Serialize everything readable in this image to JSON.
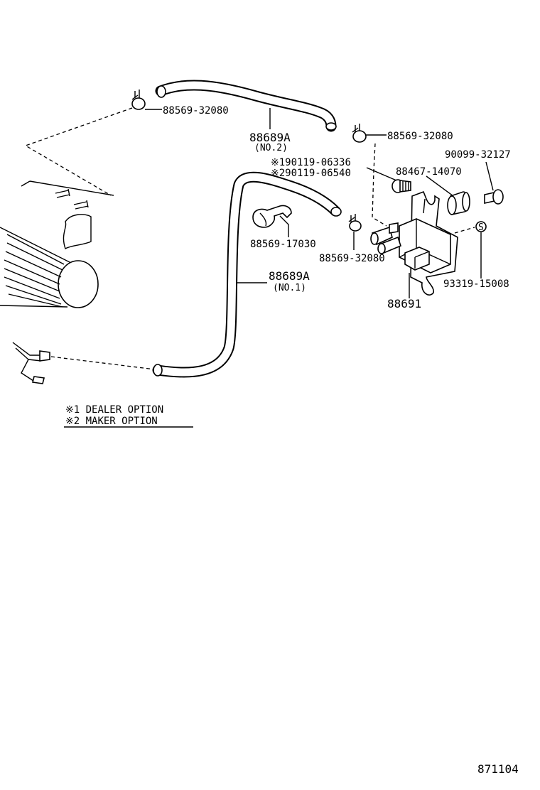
{
  "diagram": {
    "parts": {
      "clamp_top": "88569-32080",
      "hose_no2": "88689A",
      "hose_no2_sub": "(NO.2)",
      "clamp_right": "88569-32080",
      "bolt_opt1": "※190119-06336",
      "bolt_opt2": "※290119-06540",
      "part_88467": "88467-14070",
      "part_90099": "90099-32127",
      "clip_17030": "88569-17030",
      "clamp_mid": "88569-32080",
      "valve": "88691",
      "part_93319": "93319-15008",
      "hose_no1": "88689A",
      "hose_no1_sub": "(NO.1)",
      "sym_s": "S"
    },
    "legend": {
      "item1": "※1 DEALER OPTION",
      "item2": "※2 MAKER OPTION"
    },
    "diagram_id": "871104"
  }
}
